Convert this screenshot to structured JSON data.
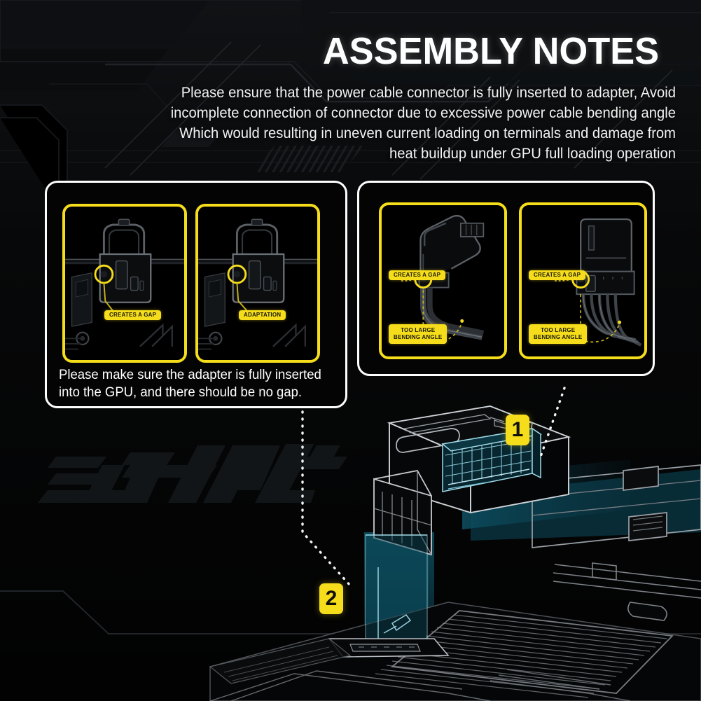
{
  "page": {
    "background_color": "#050505",
    "accent_yellow": "#f6dd1b",
    "accent_cyan": "#7fd4e8",
    "line_gray": "#8a8f94"
  },
  "header": {
    "title": "ASSEMBLY NOTES",
    "intro_lines": [
      "Please ensure that the power cable connector is fully inserted to adapter, Avoid",
      "incomplete connection of connector due to excessive power cable bending angle",
      "Which would resulting in uneven current loading on terminals and damage from",
      "heat buildup under GPU full loading operation"
    ]
  },
  "left_card": {
    "panels": [
      {
        "id": "gap",
        "badge": "CREATES A GAP"
      },
      {
        "id": "adaptation",
        "badge": "ADAPTATION"
      }
    ],
    "caption_lines": [
      "Please make sure the adapter is fully inserted",
      "into the GPU, and there should be no gap."
    ]
  },
  "right_card": {
    "panels": [
      {
        "id": "angled-connector",
        "badge_gap": "CREATES A GAP",
        "badge_angle_line1": "TOO LARGE",
        "badge_angle_line2": "BENDING ANGLE"
      },
      {
        "id": "straight-connector",
        "badge_gap": "CREATES A GAP",
        "badge_angle_line1": "TOO LARGE",
        "badge_angle_line2": "BENDING ANGLE"
      }
    ]
  },
  "markers": {
    "one": "1",
    "two": "2"
  },
  "icons": {
    "callout_circle": "callout-circle-icon",
    "leader_dotted": "dotted-leader-icon",
    "gpu_connector": "gpu-connector-icon",
    "power_cable": "power-cable-icon"
  }
}
